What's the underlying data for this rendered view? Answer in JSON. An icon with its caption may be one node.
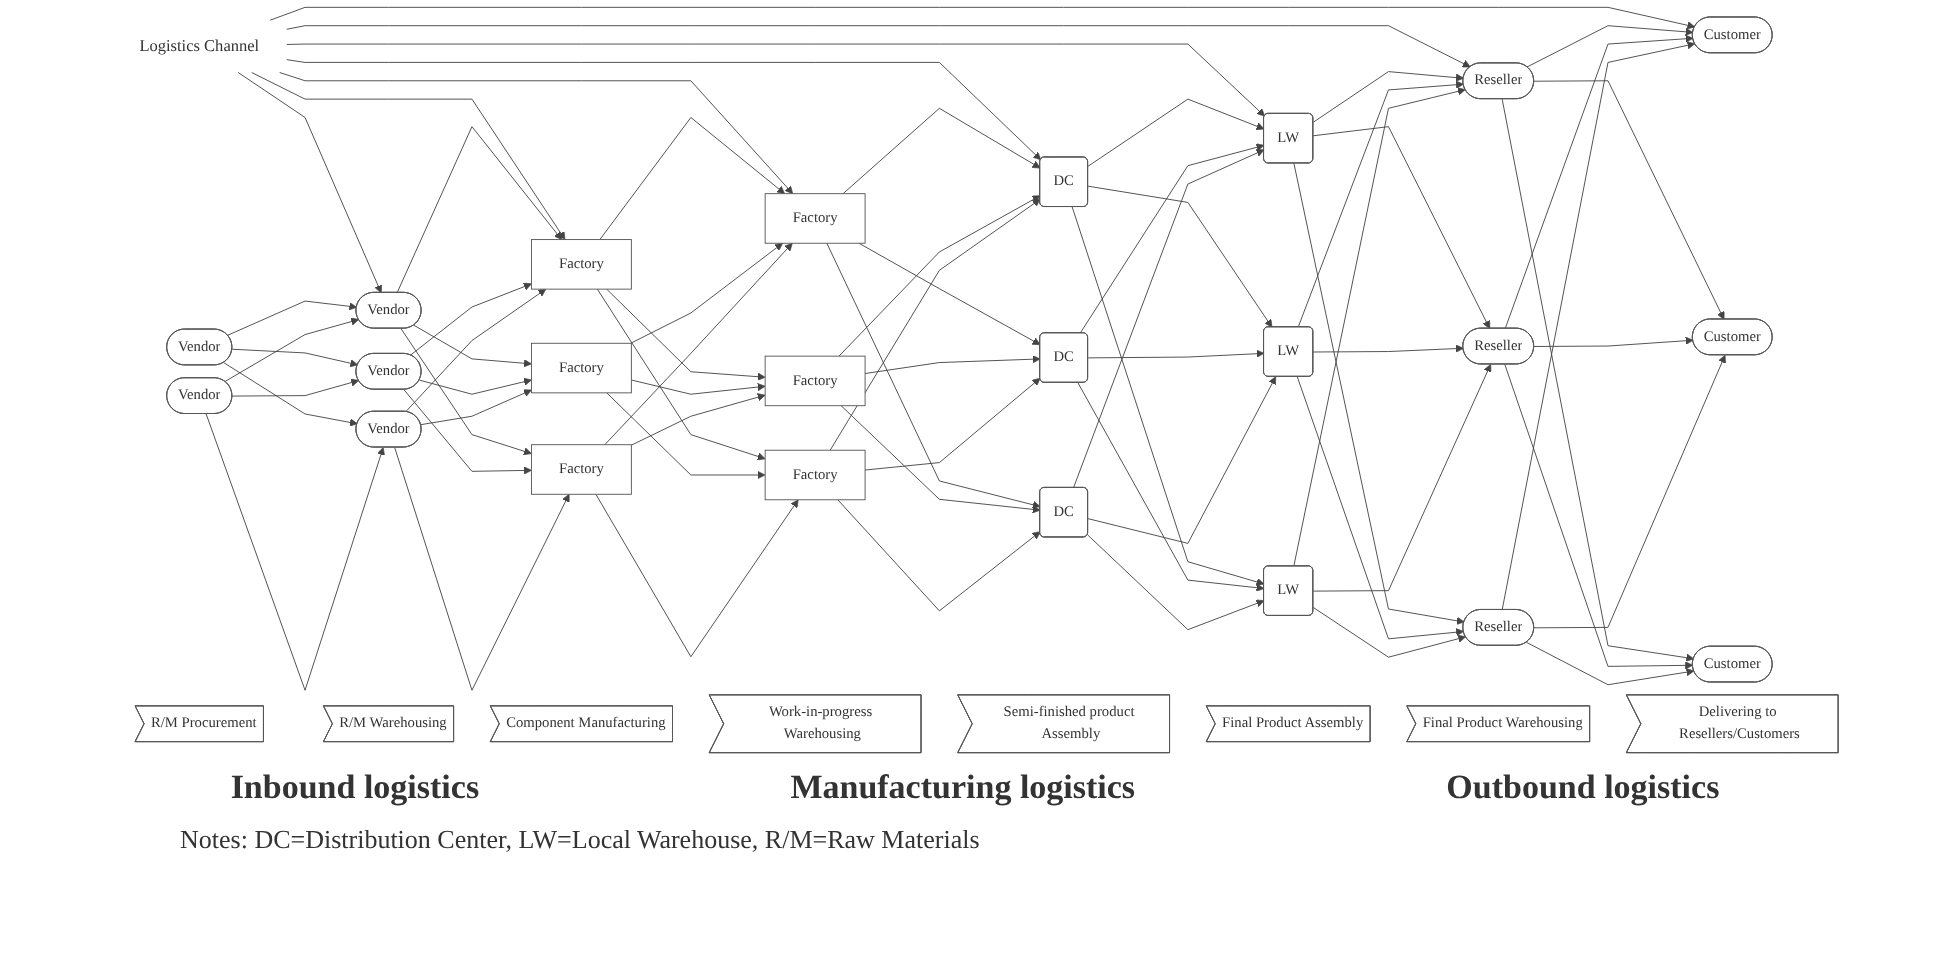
{
  "diagram": {
    "nodes": [
      {
        "text": [
          "Logistics Channel"
        ]
      },
      {
        "text": [
          "Vendor"
        ]
      },
      {
        "text": [
          "Vendor"
        ]
      },
      {
        "text": [
          "Vendor"
        ]
      },
      {
        "text": [
          "Vendor"
        ]
      },
      {
        "text": [
          "Vendor"
        ]
      },
      {
        "text": [
          "Factory"
        ]
      },
      {
        "text": [
          "Factory"
        ]
      },
      {
        "text": [
          "Factory"
        ]
      },
      {
        "text": [
          "Factory"
        ]
      },
      {
        "text": [
          "Factory"
        ]
      },
      {
        "text": [
          "Factory"
        ]
      },
      {
        "text": [
          "DC"
        ]
      },
      {
        "text": [
          "DC"
        ]
      },
      {
        "text": [
          "DC"
        ]
      },
      {
        "text": [
          "LW"
        ]
      },
      {
        "text": [
          "LW"
        ]
      },
      {
        "text": [
          "LW"
        ]
      },
      {
        "text": [
          "Reseller"
        ]
      },
      {
        "text": [
          "Reseller"
        ]
      },
      {
        "text": [
          "Reseller"
        ]
      },
      {
        "text": [
          "Customer"
        ]
      },
      {
        "text": [
          "Customer"
        ]
      },
      {
        "text": [
          "Customer"
        ]
      },
      {
        "text": [
          "R/M Procurement"
        ]
      },
      {
        "text": [
          "R/M Warehousing"
        ]
      },
      {
        "text": [
          "Component Manufacturing"
        ]
      },
      {
        "text": [
          "Work-in-progress Warehousing"
        ]
      },
      {
        "text": [
          "Semi-finished product Assembly"
        ]
      },
      {
        "text": [
          "Final Product Assembly"
        ]
      },
      {
        "text": [
          "Final Product Warehousing"
        ]
      },
      {
        "text": [
          "Delivering to Resellers/Customers"
        ]
      }
    ],
    "edges": [
      {
        "from": 0,
        "to": 3,
        "arrow": "to"
      },
      {
        "from": 0,
        "to": 6,
        "arrow": "to"
      },
      {
        "from": 0,
        "to": 9,
        "arrow": "to"
      },
      {
        "from": 0,
        "to": 12,
        "arrow": "to"
      },
      {
        "from": 0,
        "to": 15,
        "arrow": "to"
      },
      {
        "from": 0,
        "to": 18,
        "arrow": "to"
      },
      {
        "from": 0,
        "to": 21,
        "arrow": "to"
      },
      {
        "from": 1,
        "to": 3,
        "arrow": "to"
      },
      {
        "from": 1,
        "to": 4,
        "arrow": "to"
      },
      {
        "from": 1,
        "to": 5,
        "arrow": "to"
      },
      {
        "from": 2,
        "to": 3,
        "arrow": "to"
      },
      {
        "from": 2,
        "to": 4,
        "arrow": "to"
      },
      {
        "from": 2,
        "to": 5,
        "arrow": "to"
      },
      {
        "from": 3,
        "to": 6,
        "arrow": "to"
      },
      {
        "from": 3,
        "to": 7,
        "arrow": "to"
      },
      {
        "from": 3,
        "to": 8,
        "arrow": "to"
      },
      {
        "from": 4,
        "to": 6,
        "arrow": "to"
      },
      {
        "from": 4,
        "to": 7,
        "arrow": "to"
      },
      {
        "from": 4,
        "to": 8,
        "arrow": "to"
      },
      {
        "from": 5,
        "to": 6,
        "arrow": "to"
      },
      {
        "from": 5,
        "to": 7,
        "arrow": "to"
      },
      {
        "from": 5,
        "to": 8,
        "arrow": "to"
      },
      {
        "from": 6,
        "to": 9,
        "arrow": "to"
      },
      {
        "from": 6,
        "to": 10,
        "arrow": "to"
      },
      {
        "from": 6,
        "to": 11,
        "arrow": "to"
      },
      {
        "from": 7,
        "to": 9,
        "arrow": "to"
      },
      {
        "from": 7,
        "to": 10,
        "arrow": "to"
      },
      {
        "from": 7,
        "to": 11,
        "arrow": "to"
      },
      {
        "from": 8,
        "to": 9,
        "arrow": "to"
      },
      {
        "from": 8,
        "to": 10,
        "arrow": "to"
      },
      {
        "from": 8,
        "to": 11,
        "arrow": "to"
      },
      {
        "from": 9,
        "to": 12,
        "arrow": "to"
      },
      {
        "from": 9,
        "to": 13,
        "arrow": "to"
      },
      {
        "from": 9,
        "to": 14,
        "arrow": "to"
      },
      {
        "from": 10,
        "to": 12,
        "arrow": "to"
      },
      {
        "from": 10,
        "to": 13,
        "arrow": "to"
      },
      {
        "from": 10,
        "to": 14,
        "arrow": "to"
      },
      {
        "from": 11,
        "to": 12,
        "arrow": "to"
      },
      {
        "from": 11,
        "to": 13,
        "arrow": "to"
      },
      {
        "from": 11,
        "to": 14,
        "arrow": "to"
      },
      {
        "from": 12,
        "to": 15,
        "arrow": "to"
      },
      {
        "from": 12,
        "to": 16,
        "arrow": "to"
      },
      {
        "from": 12,
        "to": 17,
        "arrow": "to"
      },
      {
        "from": 13,
        "to": 15,
        "arrow": "to"
      },
      {
        "from": 13,
        "to": 16,
        "arrow": "to"
      },
      {
        "from": 13,
        "to": 17,
        "arrow": "to"
      },
      {
        "from": 14,
        "to": 15,
        "arrow": "to"
      },
      {
        "from": 14,
        "to": 16,
        "arrow": "to"
      },
      {
        "from": 14,
        "to": 17,
        "arrow": "to"
      },
      {
        "from": 15,
        "to": 18,
        "arrow": "to"
      },
      {
        "from": 15,
        "to": 19,
        "arrow": "to"
      },
      {
        "from": 15,
        "to": 20,
        "arrow": "to"
      },
      {
        "from": 16,
        "to": 18,
        "arrow": "to"
      },
      {
        "from": 16,
        "to": 19,
        "arrow": "to"
      },
      {
        "from": 16,
        "to": 20,
        "arrow": "to"
      },
      {
        "from": 17,
        "to": 18,
        "arrow": "to"
      },
      {
        "from": 17,
        "to": 19,
        "arrow": "to"
      },
      {
        "from": 17,
        "to": 20,
        "arrow": "to"
      },
      {
        "from": 18,
        "to": 21,
        "arrow": "to"
      },
      {
        "from": 18,
        "to": 22,
        "arrow": "to"
      },
      {
        "from": 18,
        "to": 23,
        "arrow": "to"
      },
      {
        "from": 19,
        "to": 21,
        "arrow": "to"
      },
      {
        "from": 19,
        "to": 22,
        "arrow": "to"
      },
      {
        "from": 19,
        "to": 23,
        "arrow": "to"
      },
      {
        "from": 20,
        "to": 21,
        "arrow": "to"
      },
      {
        "from": 20,
        "to": 22,
        "arrow": "to"
      },
      {
        "from": 20,
        "to": 23,
        "arrow": "to"
      }
    ],
    "labels": [
      "Inbound logistics",
      "Manufacturing logistics",
      "Outbound logistics",
      "Notes: DC=Distribution Center, LW=Local Warehouse, R/M=Raw Materials"
    ]
  }
}
